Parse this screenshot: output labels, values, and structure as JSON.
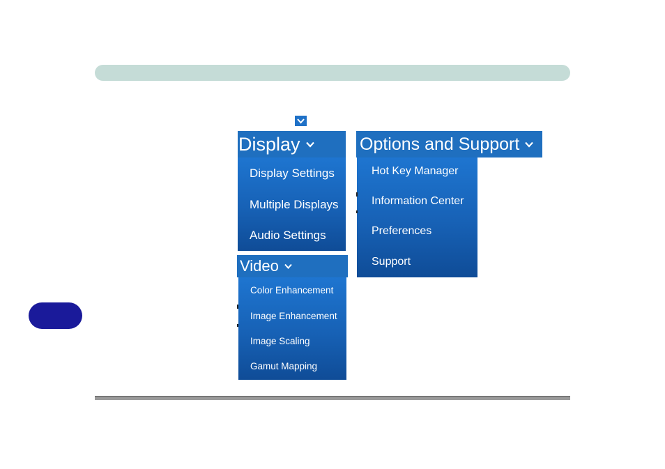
{
  "menus": {
    "display": {
      "title": "Display",
      "items": [
        "Display Settings",
        "Multiple Displays",
        "Audio Settings"
      ]
    },
    "video": {
      "title": "Video",
      "items": [
        "Color Enhancement",
        "Image Enhancement",
        "Image Scaling",
        "Gamut Mapping"
      ]
    },
    "options": {
      "title": "Options and Support",
      "items": [
        "Hot Key Manager",
        "Information Center",
        "Preferences",
        "Support"
      ]
    }
  },
  "icons": {
    "expand": "chevron-down-icon"
  },
  "colors": {
    "header_bar": "#c5dcd7",
    "side_tab": "#1a1a9a",
    "menu_blue": "#1f6fbf"
  }
}
